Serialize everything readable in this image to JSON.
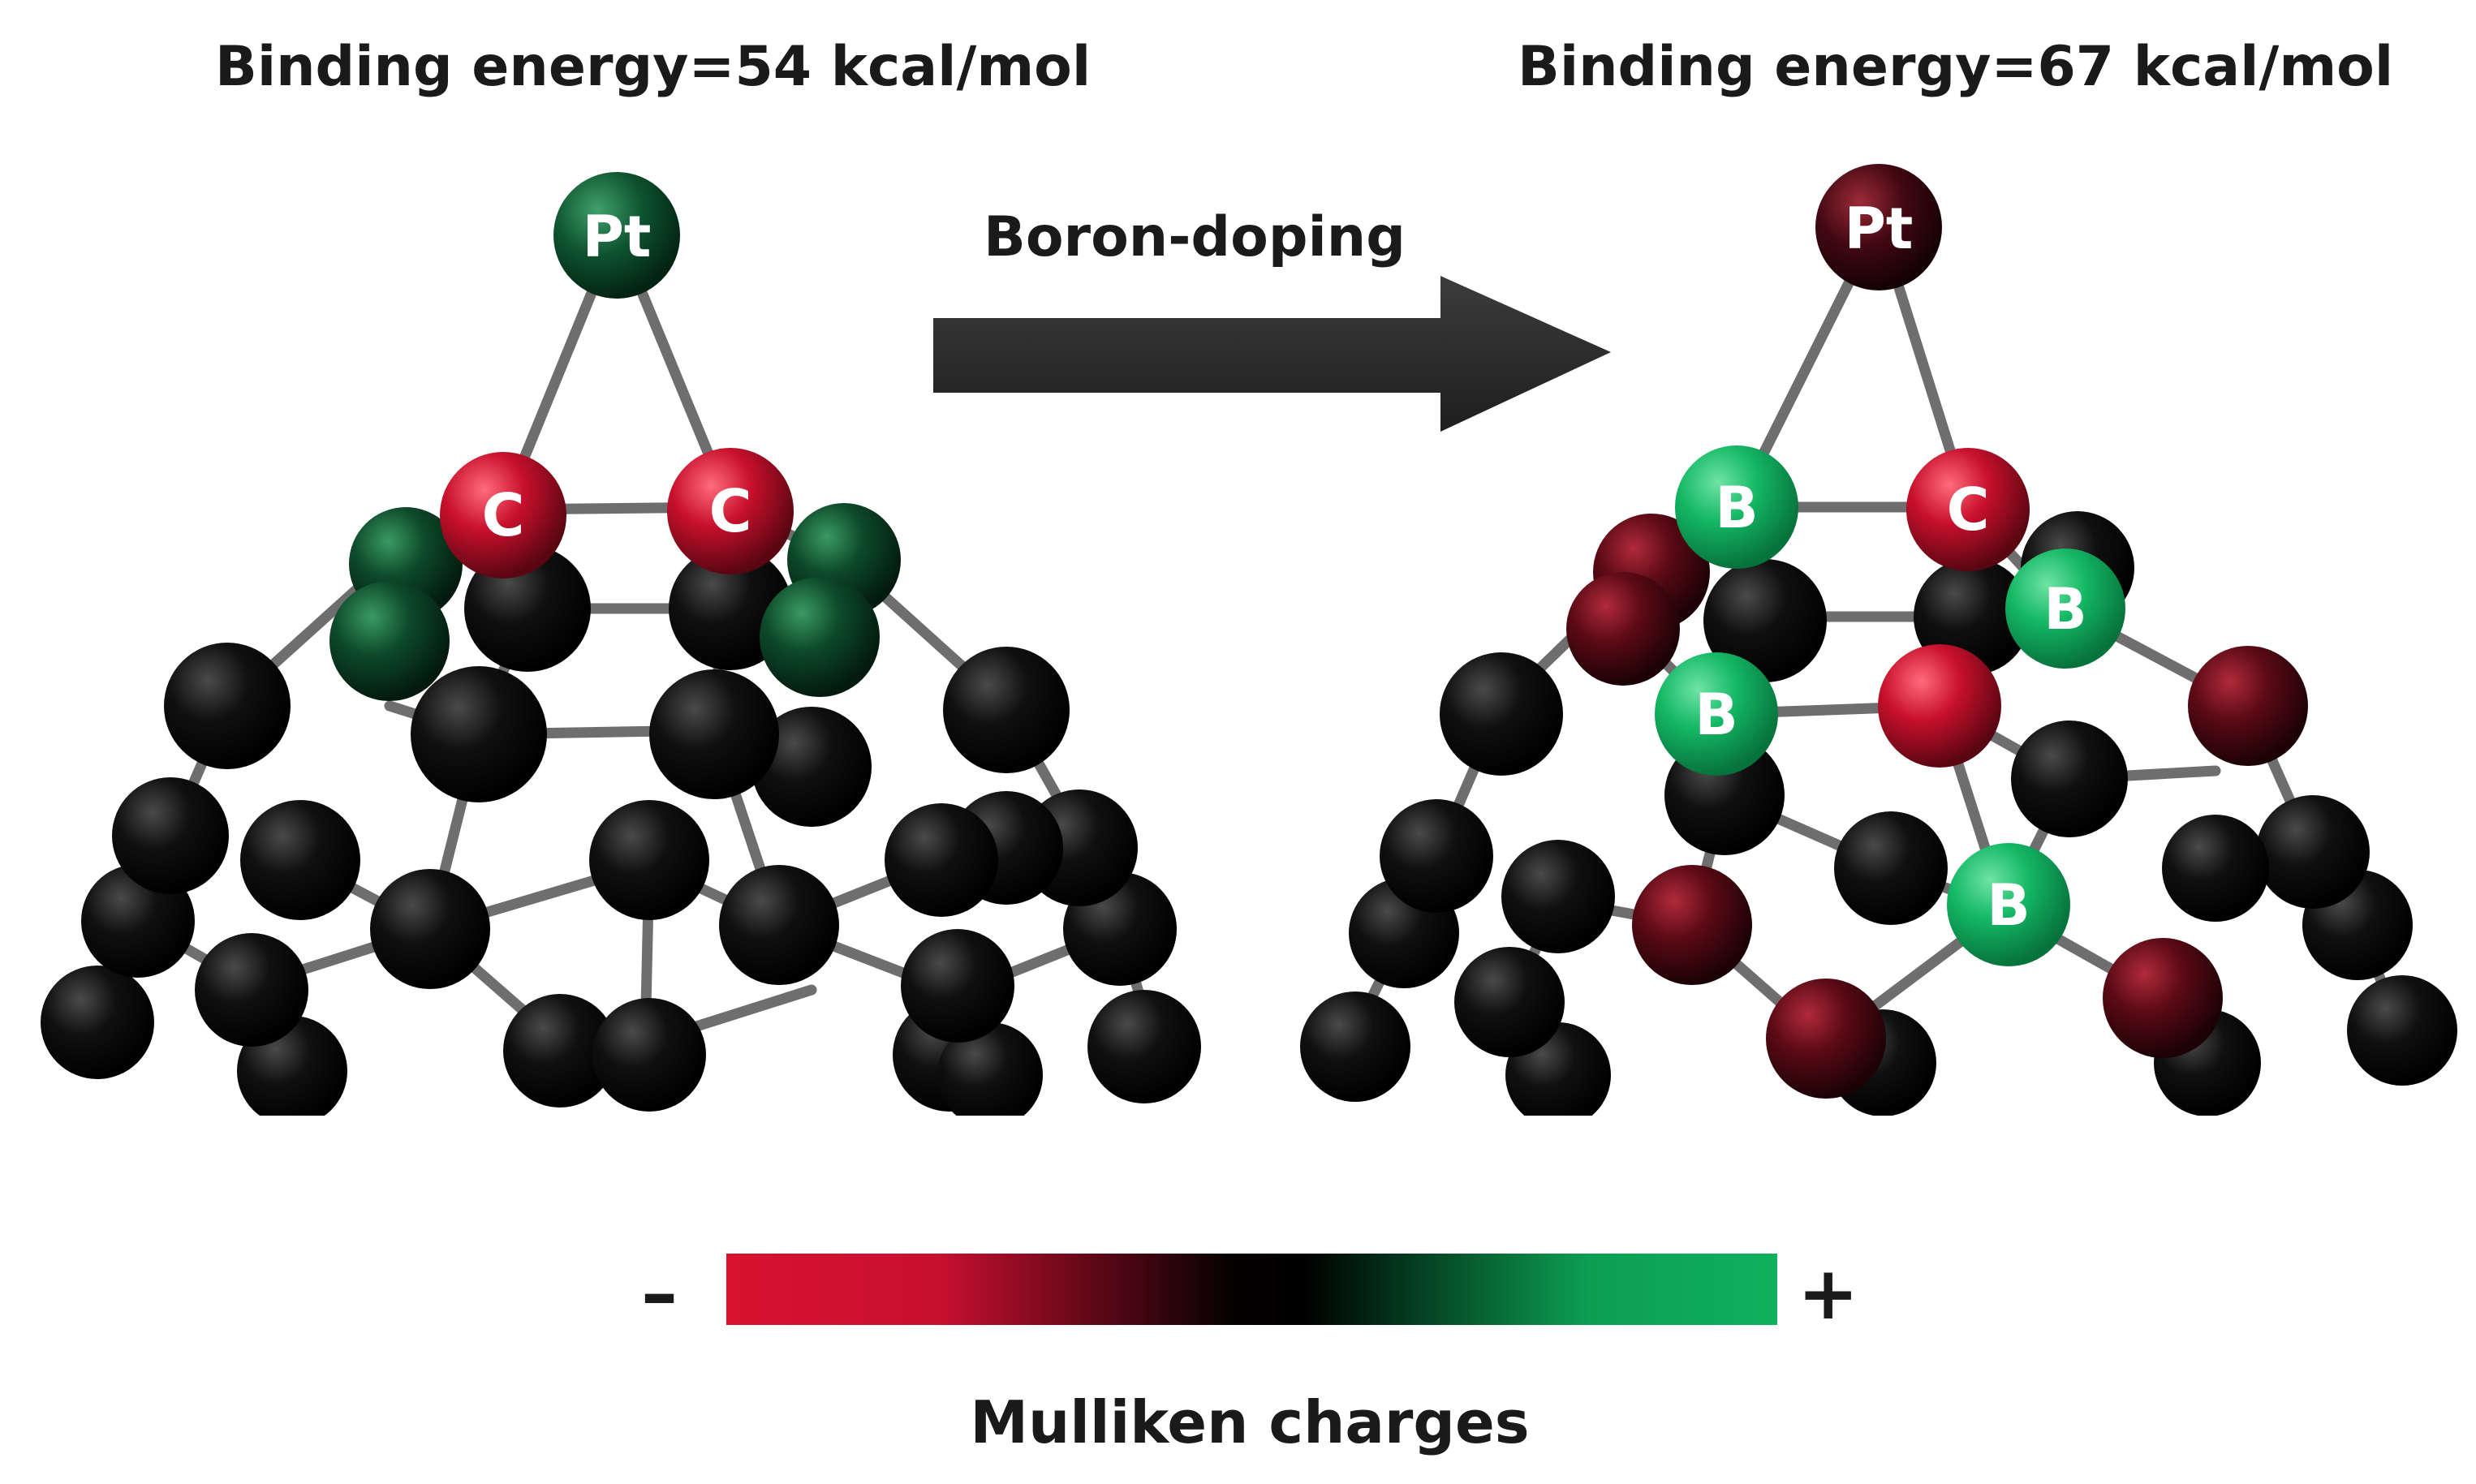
{
  "left_panel": {
    "title": "Binding energy=54 kcal/mol",
    "pt_label": "Pt",
    "c1_label": "C",
    "c2_label": "C"
  },
  "right_panel": {
    "title": "Binding energy=67 kcal/mol",
    "pt_label": "Pt",
    "c_label": "C",
    "b1_label": "B",
    "b2_label": "B",
    "b3_label": "B",
    "b4_label": "B"
  },
  "arrow": {
    "label": "Boron-doping"
  },
  "legend": {
    "minus_label": "–",
    "plus_label": "+",
    "title": "Mulliken charges",
    "colors": [
      "#d8122f",
      "#000000",
      "#0fb15d"
    ]
  }
}
